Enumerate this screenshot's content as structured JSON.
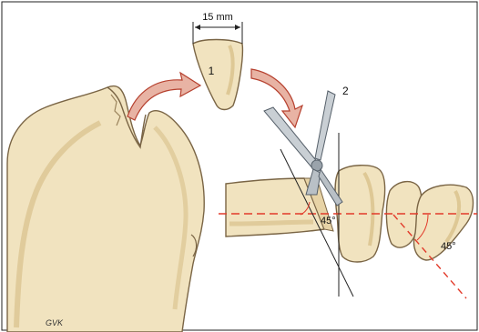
{
  "figure": {
    "dimension_label": "15 mm",
    "wedge_label": "1",
    "instrument_label": "2",
    "angle_labels": [
      "45°",
      "45°"
    ],
    "signature": "GVK"
  },
  "colors": {
    "bone_fill": "#f1e3bf",
    "bone_shade": "#d9c08b",
    "bone_outline": "#7a6545",
    "arrow_fill": "#e8b3a4",
    "arrow_edge": "#b6412f",
    "axis_dashed": "#e23a2a",
    "instrument": "#9aa3ab",
    "line": "#222222",
    "frame": "#222222"
  }
}
